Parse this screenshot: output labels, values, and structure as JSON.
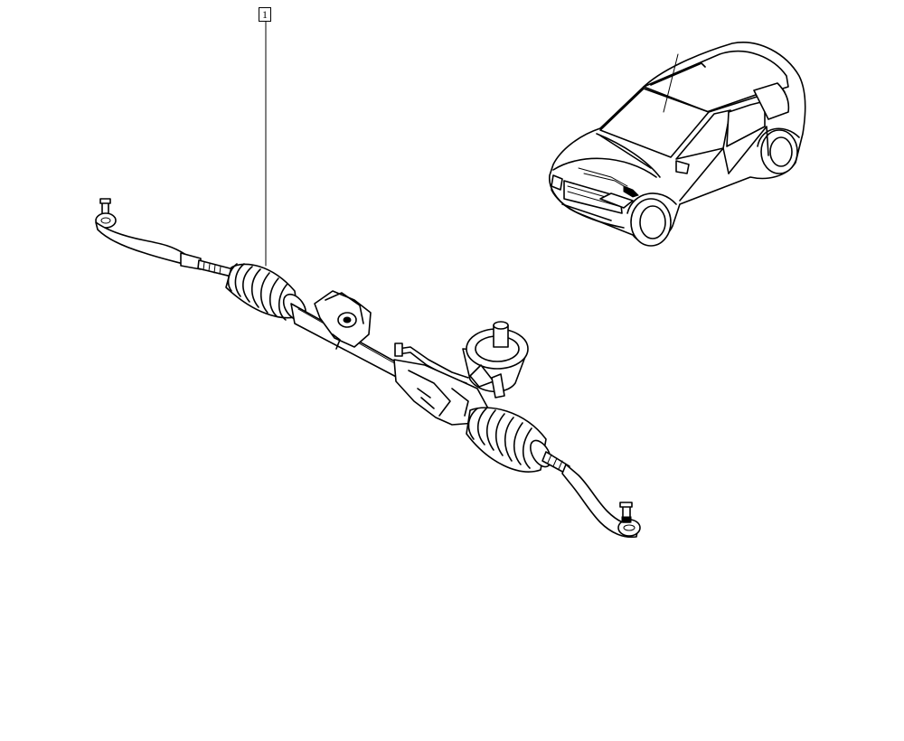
{
  "callout": {
    "part_number": "1"
  },
  "icons": {
    "steering_rack": "steering-rack-illustration",
    "vehicle": "suv-locator-illustration"
  }
}
